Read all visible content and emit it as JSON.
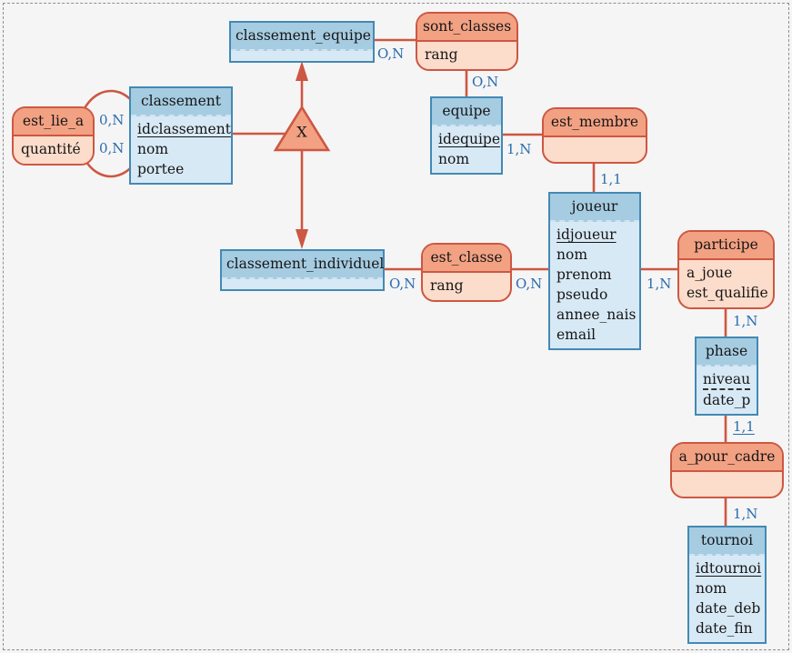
{
  "diagram_title": "Merise conceptual data model (tournament ranking)",
  "colors": {
    "background": "#f5f5f5",
    "entity_border": "#4389b4",
    "entity_header_fill": "#a6cce2",
    "entity_body_fill": "#d8e9f6",
    "relation_border": "#cd5742",
    "relation_header_fill": "#f2a183",
    "relation_body_fill": "#fcdccb",
    "connector_line": "#cd5742",
    "cardinality_text": "#2a6cb0",
    "text": "#161616"
  },
  "entities": {
    "classement_equipe": {
      "title": "classement_equipe",
      "attrs": []
    },
    "classement": {
      "title": "classement",
      "attrs": [
        "idclassement",
        "nom",
        "portee"
      ]
    },
    "equipe": {
      "title": "equipe",
      "attrs": [
        "idequipe",
        "nom"
      ]
    },
    "joueur": {
      "title": "joueur",
      "attrs": [
        "idjoueur",
        "nom",
        "prenom",
        "pseudo",
        "annee_nais",
        "email"
      ]
    },
    "classement_individuel": {
      "title": "classement_individuel",
      "attrs": []
    },
    "phase": {
      "title": "phase",
      "attrs": [
        "niveau",
        "date_p"
      ]
    },
    "tournoi": {
      "title": "tournoi",
      "attrs": [
        "idtournoi",
        "nom",
        "date_deb",
        "date_fin"
      ]
    }
  },
  "relations": {
    "est_lie_a": {
      "title": "est_lie_a",
      "attrs": [
        "quantité"
      ]
    },
    "sont_classes": {
      "title": "sont_classes",
      "attrs": [
        "rang"
      ]
    },
    "est_membre": {
      "title": "est_membre",
      "attrs": []
    },
    "est_classe": {
      "title": "est_classe",
      "attrs": [
        "rang"
      ]
    },
    "participe": {
      "title": "participe",
      "attrs": [
        "a_joue",
        "est_qualifie"
      ]
    },
    "a_pour_cadre": {
      "title": "a_pour_cadre",
      "attrs": []
    }
  },
  "cardinalities": {
    "est_lie_a_top": "0,N",
    "est_lie_a_bottom": "0,N",
    "classement_equipe_sont_classes": "O,N",
    "sont_classes_equipe": "O,N",
    "equipe_est_membre": "1,N",
    "est_membre_joueur": "1,1",
    "classement_individuel_est_classe": "O,N",
    "est_classe_joueur": "O,N",
    "joueur_participe": "1,N",
    "participe_phase": "1,N",
    "phase_a_pour_cadre": "1,1",
    "a_pour_cadre_tournoi": "1,N"
  },
  "specialization": {
    "label": "X"
  }
}
